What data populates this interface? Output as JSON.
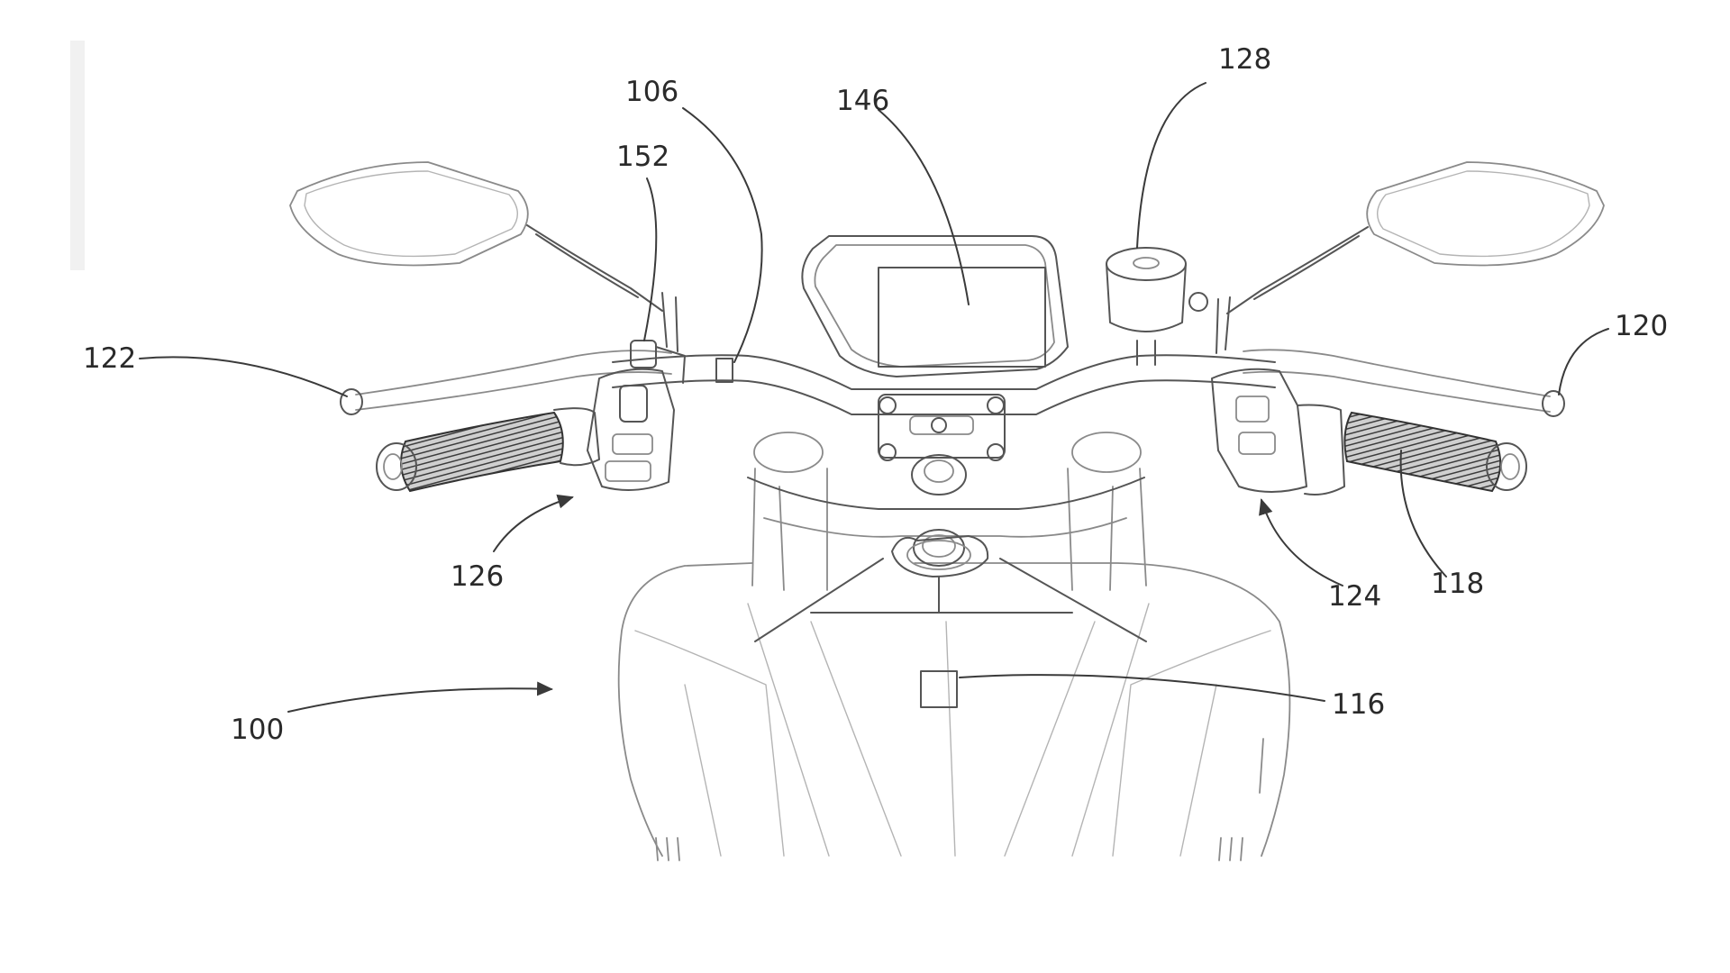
{
  "figure": {
    "labels": {
      "l100": "100",
      "l106": "106",
      "l116": "116",
      "l118": "118",
      "l120": "120",
      "l122": "122",
      "l124": "124",
      "l126": "126",
      "l128": "128",
      "l146": "146",
      "l152": "152"
    },
    "colors": {
      "ink": "#2a2a2a",
      "line": "#555555",
      "faint": "#b4b4b4",
      "background": "#ffffff"
    }
  }
}
